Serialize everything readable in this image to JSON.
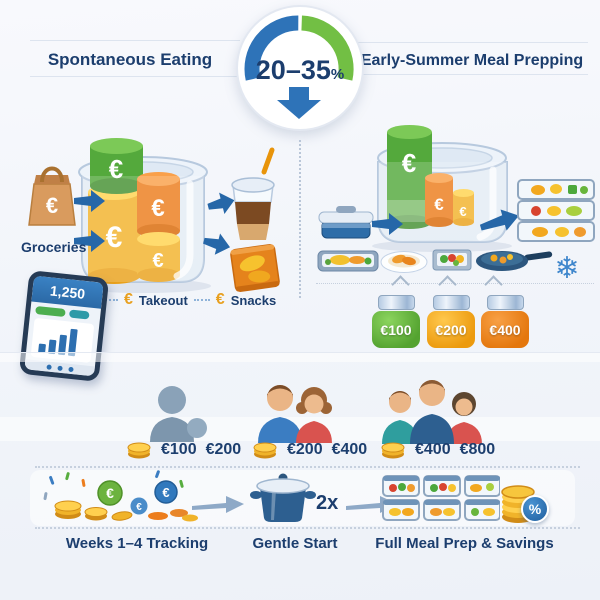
{
  "currency_symbol": "€",
  "icons": {
    "snowflake": "❄"
  },
  "palette": {
    "navy_text": "#1c3e6e",
    "gauge_blue": "#2e73b8",
    "gauge_green": "#72bf44",
    "coin_gold": "#f0b32a",
    "cylinder_green": "#54a93c",
    "cylinder_yellow": "#f2b32b",
    "cylinder_orange": "#ec7d1d",
    "accent_red": "#d9534f",
    "accent_teal": "#2f9e9e"
  },
  "header": {
    "left_title": "Spontaneous Eating",
    "right_title": "Early-Summer Meal Prepping"
  },
  "gauge": {
    "range": "20–35",
    "percent_sign": "%"
  },
  "left_panel": {
    "groceries_label": "Groceries",
    "phone_display_value": "1,250",
    "legend": {
      "takeout_label": "Takeout",
      "snacks_label": "Snacks"
    }
  },
  "right_panel": {
    "savings_jars": [
      {
        "label": "€100",
        "color": "#54a330"
      },
      {
        "label": "€200",
        "color": "#ec9a0e"
      },
      {
        "label": "€400",
        "color": "#e4770d"
      }
    ]
  },
  "households": [
    {
      "type": "single person",
      "low": "€100",
      "high": "€200"
    },
    {
      "type": "couple",
      "low": "€200",
      "high": "€400"
    },
    {
      "type": "family",
      "low": "€400",
      "high": "€800"
    }
  ],
  "timeline": {
    "steps": [
      {
        "label": "Weeks 1–4 Tracking"
      },
      {
        "label": "Gentle Start",
        "note": "2x"
      },
      {
        "label": "Full Meal Prep & Savings",
        "badge": "%"
      }
    ]
  }
}
